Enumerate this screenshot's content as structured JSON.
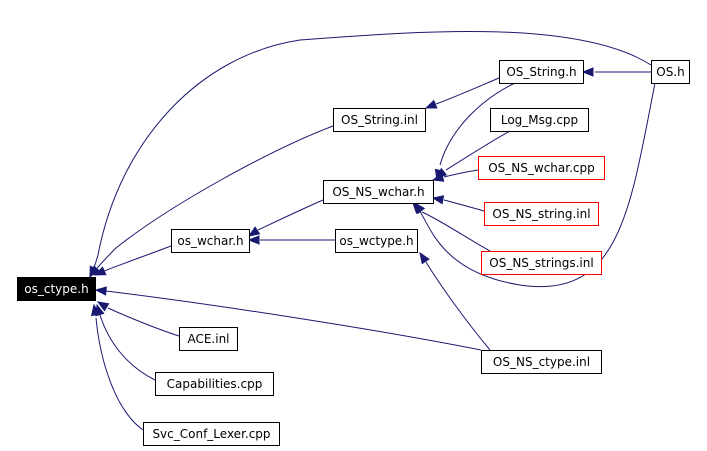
{
  "graph": {
    "colors": {
      "edge": "#191970",
      "node_border": "#000000",
      "missing_border": "#ff0000",
      "focus_fill": "#000000",
      "focus_text": "#ffffff"
    },
    "nodes": {
      "os_ctype": {
        "label": "os_ctype.h",
        "style": "focus"
      },
      "os_wchar": {
        "label": "os_wchar.h",
        "style": "normal"
      },
      "OS_String_inl": {
        "label": "OS_String.inl",
        "style": "normal"
      },
      "OS_NS_wchar_h": {
        "label": "OS_NS_wchar.h",
        "style": "normal"
      },
      "os_wctype": {
        "label": "os_wctype.h",
        "style": "normal"
      },
      "OS_String_h": {
        "label": "OS_String.h",
        "style": "normal"
      },
      "Log_Msg": {
        "label": "Log_Msg.cpp",
        "style": "normal"
      },
      "OS_NS_wchar_cpp": {
        "label": "OS_NS_wchar.cpp",
        "style": "missing"
      },
      "OS_NS_string_inl": {
        "label": "OS_NS_string.inl",
        "style": "missing"
      },
      "OS_NS_strings_inl": {
        "label": "OS_NS_strings.inl",
        "style": "missing"
      },
      "OS_h": {
        "label": "OS.h",
        "style": "normal"
      },
      "ACE_inl": {
        "label": "ACE.inl",
        "style": "normal"
      },
      "Capabilities": {
        "label": "Capabilities.cpp",
        "style": "normal"
      },
      "Svc_Conf_Lexer": {
        "label": "Svc_Conf_Lexer.cpp",
        "style": "normal"
      },
      "OS_NS_ctype_inl": {
        "label": "OS_NS_ctype.inl",
        "style": "normal"
      }
    },
    "edges": [
      {
        "from": "os_wchar",
        "to": "os_ctype"
      },
      {
        "from": "OS_String_inl",
        "to": "os_ctype"
      },
      {
        "from": "OS_h",
        "to": "os_ctype"
      },
      {
        "from": "OS_NS_ctype_inl",
        "to": "os_ctype"
      },
      {
        "from": "ACE_inl",
        "to": "os_ctype"
      },
      {
        "from": "Capabilities",
        "to": "os_ctype"
      },
      {
        "from": "Svc_Conf_Lexer",
        "to": "os_ctype"
      },
      {
        "from": "OS_NS_wchar_h",
        "to": "os_wchar"
      },
      {
        "from": "os_wctype",
        "to": "os_wchar"
      },
      {
        "from": "OS_String_h",
        "to": "OS_String_inl"
      },
      {
        "from": "OS_h",
        "to": "OS_String_h"
      },
      {
        "from": "OS_String_h",
        "to": "OS_NS_wchar_h"
      },
      {
        "from": "Log_Msg",
        "to": "OS_NS_wchar_h"
      },
      {
        "from": "OS_NS_wchar_cpp",
        "to": "OS_NS_wchar_h"
      },
      {
        "from": "OS_NS_string_inl",
        "to": "OS_NS_wchar_h"
      },
      {
        "from": "OS_NS_strings_inl",
        "to": "OS_NS_wchar_h"
      },
      {
        "from": "OS_h",
        "to": "OS_NS_wchar_h"
      },
      {
        "from": "OS_NS_ctype_inl",
        "to": "os_wctype"
      }
    ]
  }
}
